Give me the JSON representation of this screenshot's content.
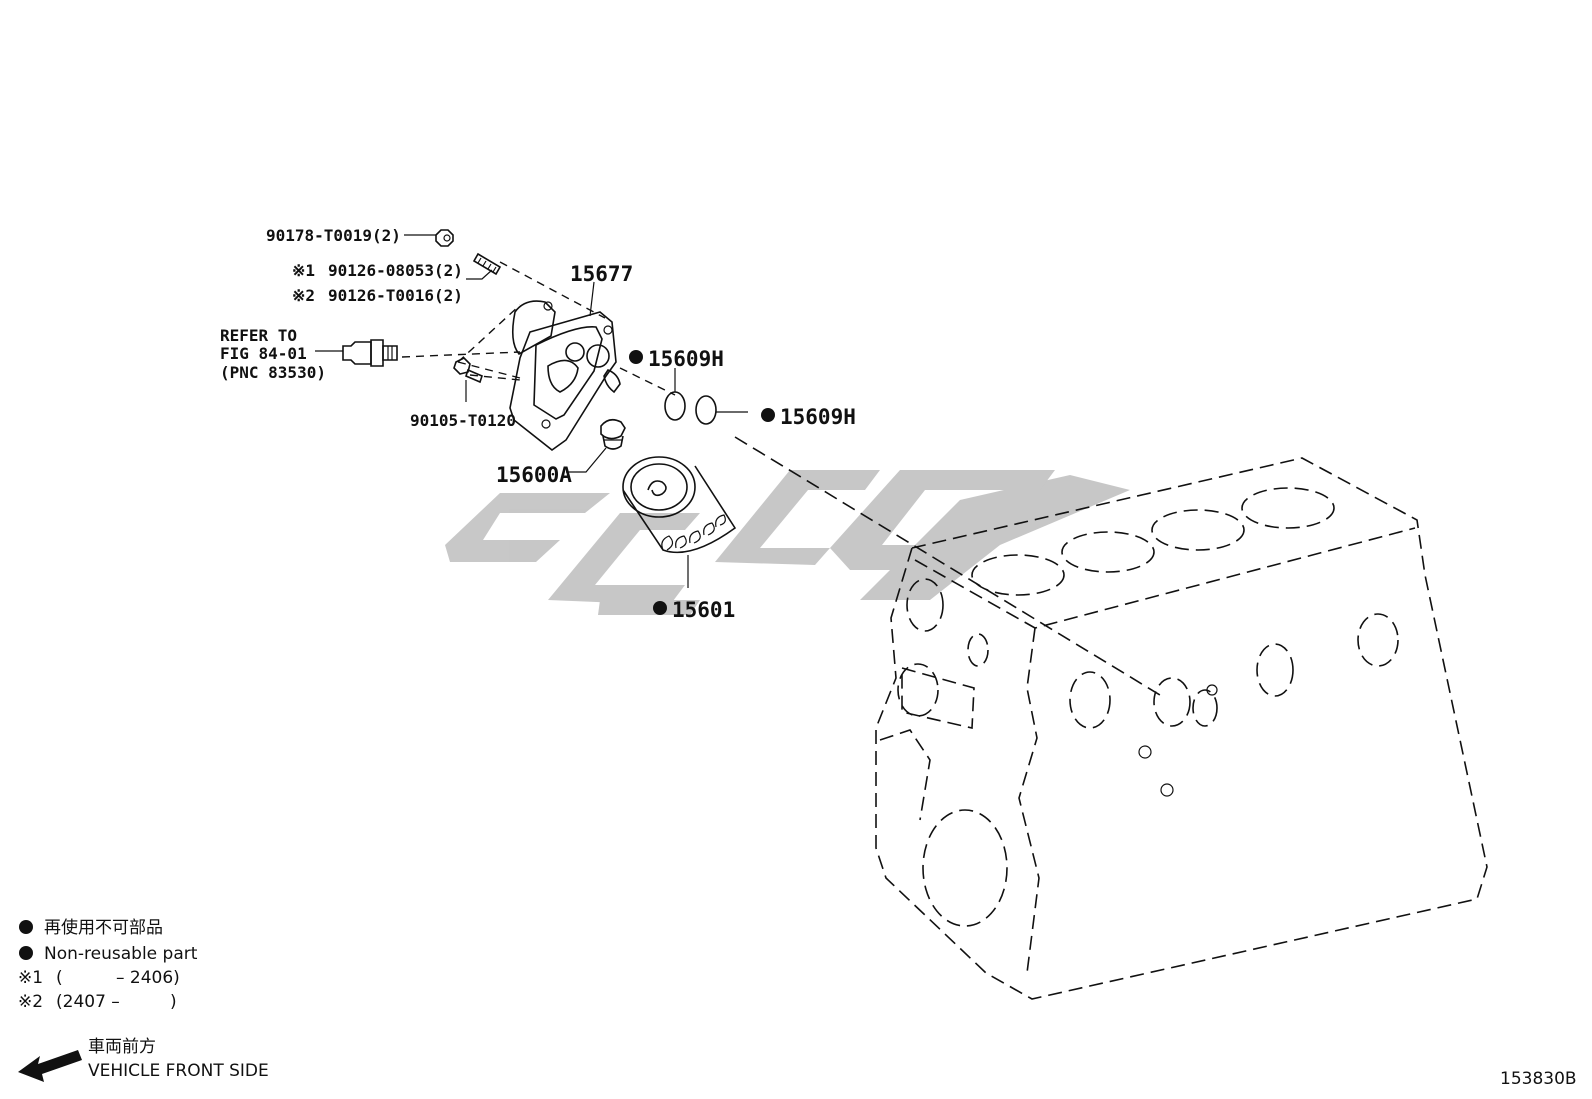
{
  "parts": {
    "p90178": "90178-T0019(2)",
    "p90126_1_mark": "※1",
    "p90126_1": "90126-08053(2)",
    "p90126_2_mark": "※2",
    "p90126_2": "90126-T0016(2)",
    "p15677": "15677",
    "refer_line1": "REFER TO",
    "refer_line2": "FIG 84-01",
    "refer_line3": "(PNC 83530)",
    "p15609H_a": "15609H",
    "p15609H_b": "15609H",
    "p90105": "90105-T0120",
    "p15600A": "15600A",
    "p15601": "15601"
  },
  "legend": {
    "non_reusable_jp": "再使用不可部品",
    "non_reusable_en": "Non-reusable part",
    "note1_mark": "※1",
    "note1_open": "(",
    "note1_range": "– 2406)",
    "note2_mark": "※2",
    "note2_range": "(2407 –",
    "note2_close": ")"
  },
  "direction": {
    "jp": "車両前方",
    "en": "VEHICLE FRONT SIDE"
  },
  "figure_code": "153830B"
}
